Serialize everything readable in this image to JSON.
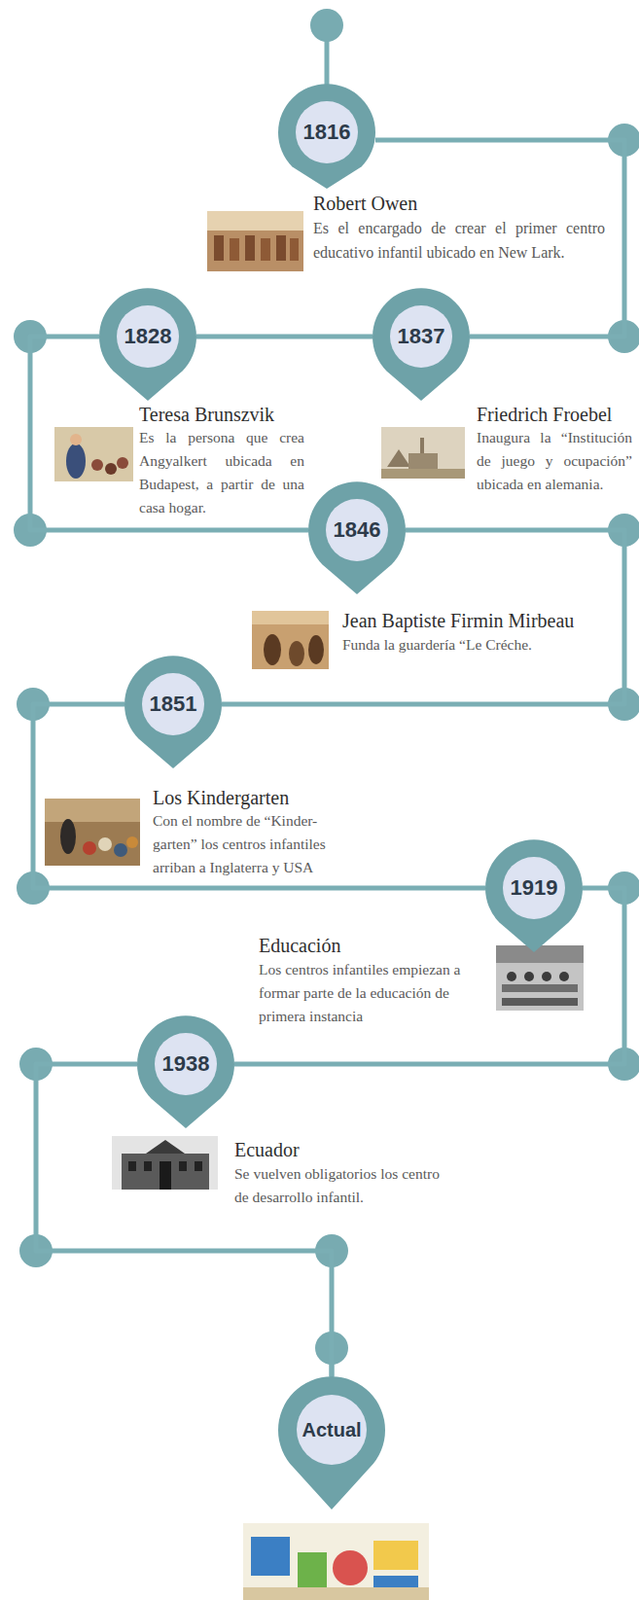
{
  "diagram": {
    "nodes": [
      {
        "text": [
          "1816"
        ]
      },
      {
        "text": [
          "1828"
        ]
      },
      {
        "text": [
          "1837"
        ]
      },
      {
        "text": [
          "1846"
        ]
      },
      {
        "text": [
          "1851"
        ]
      },
      {
        "text": [
          "1919"
        ]
      },
      {
        "text": [
          "1938"
        ]
      },
      {
        "text": [
          "Actual"
        ]
      }
    ],
    "edges": [
      {
        "from": 0,
        "to": 2,
        "arrow": "none"
      },
      {
        "from": 2,
        "to": 1,
        "arrow": "none"
      },
      {
        "from": 1,
        "to": 3,
        "arrow": "none"
      },
      {
        "from": 3,
        "to": 4,
        "arrow": "none"
      },
      {
        "from": 4,
        "to": 5,
        "arrow": "none"
      },
      {
        "from": 5,
        "to": 6,
        "arrow": "none"
      },
      {
        "from": 6,
        "to": 7,
        "arrow": "none"
      }
    ],
    "labels": [
      "Robert Owen",
      "Es el encargado de crear el primer centro educativo infantil ubicado en New Lark.",
      "Teresa Brunszvik",
      "Es la persona que crea Angyalkert ubicada en Budapest, a partir de una casa hogar.",
      "Friedrich Froebel",
      "Inaugura la “Institución de juego y ocupación” ubicada en alemania.",
      "Jean Baptiste Firmin Mirbeau",
      "Funda la guardería “Le Créche.",
      "Los Kindergarten",
      "Con el nombre de “Kinder- garten” los centros infantiles arriban a Inglaterra y USA",
      "Educación",
      "Los centros infantiles empiezan a formar parte de la educación de primera instancia",
      "Ecuador",
      "Se vuelven obligatorios los centro de desarrollo infantil."
    ]
  }
}
